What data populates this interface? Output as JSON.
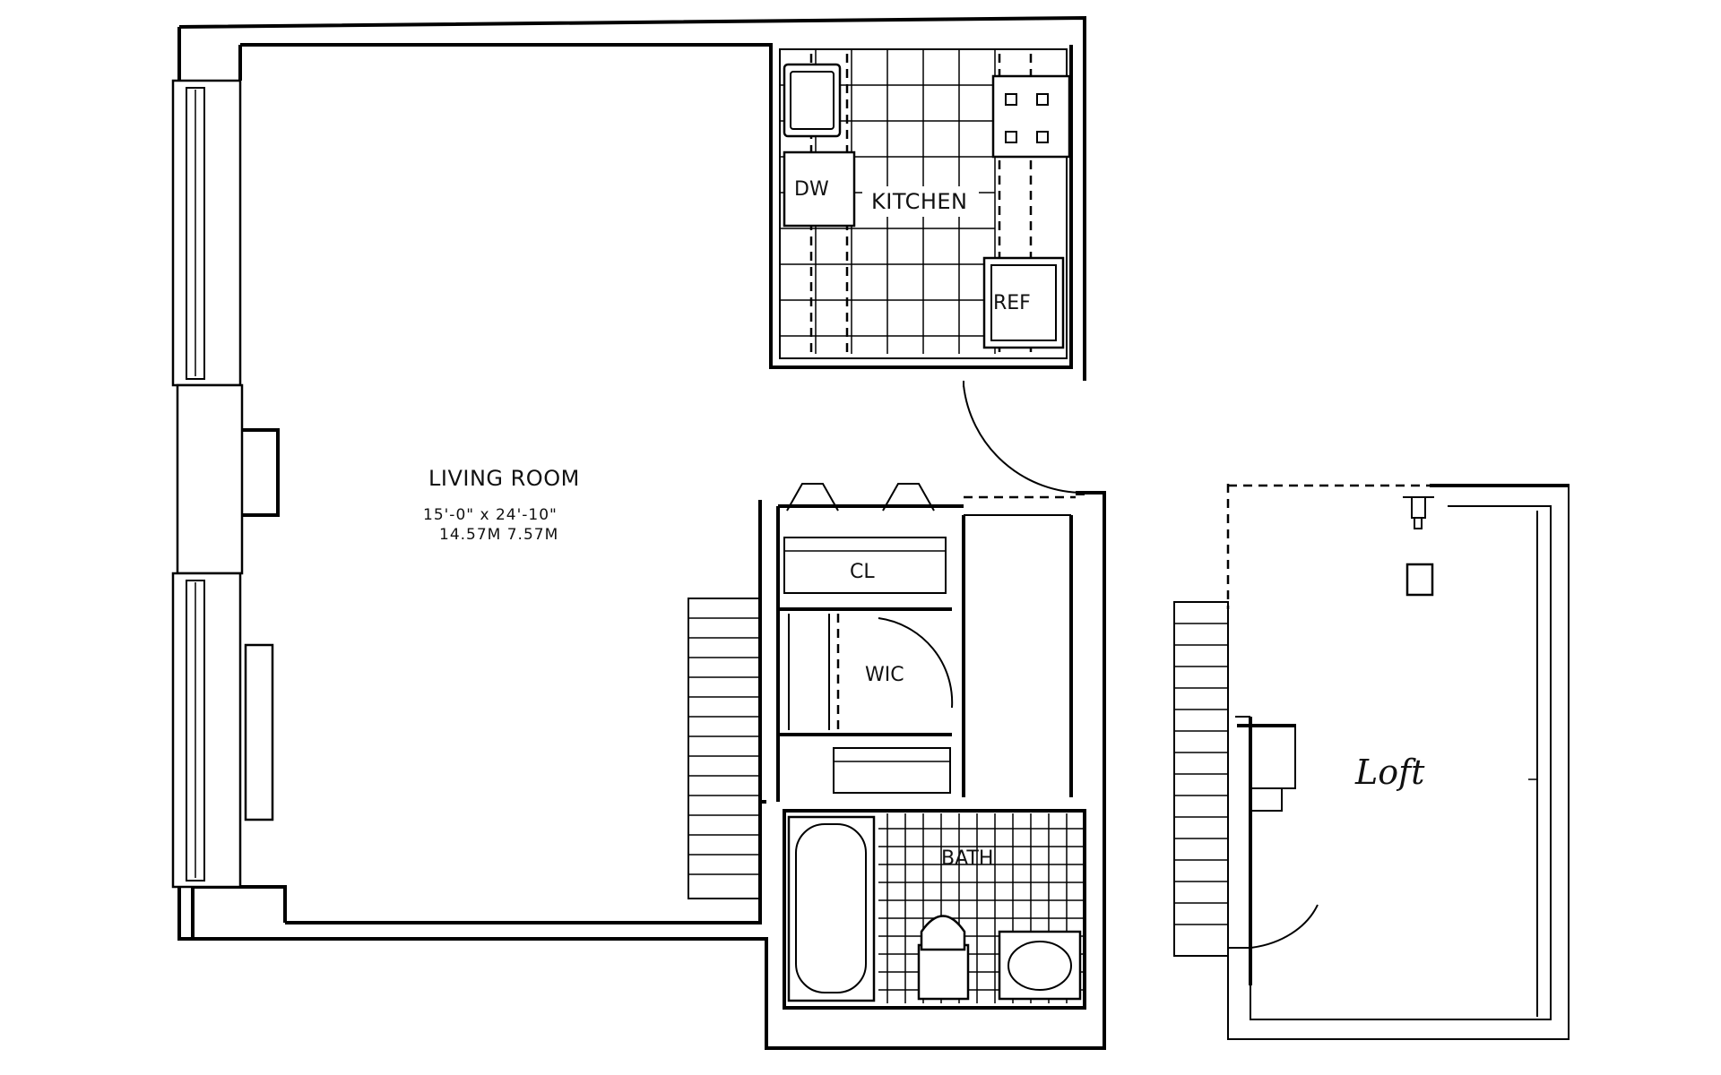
{
  "plan": {
    "rooms": {
      "living_room": {
        "label": "LIVING ROOM",
        "dimensions_ft": "15'-0\" x 24'-10\"",
        "dimensions_m": "14.57M 7.57M"
      },
      "kitchen": {
        "label": "KITCHEN"
      },
      "wic": {
        "label": "WIC"
      },
      "closet": {
        "label": "CL"
      },
      "bath": {
        "label": "BATH"
      },
      "loft": {
        "label": "Loft"
      }
    },
    "fixtures": {
      "dishwasher": {
        "label": "DW"
      },
      "refrigerator": {
        "label": "REF"
      }
    }
  }
}
